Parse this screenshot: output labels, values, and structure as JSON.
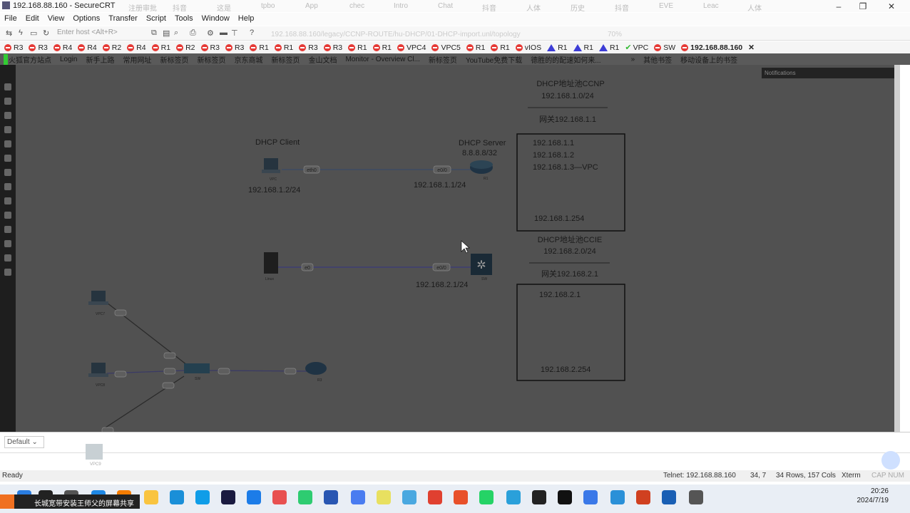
{
  "window": {
    "title": "192.168.88.160 - SecureCRT",
    "ghost_tabs": [
      "注册审批",
      "抖音",
      "这是",
      "tpbo",
      "App",
      "chec",
      "Intro",
      "Chat",
      "抖音",
      "人体",
      "历史",
      "抖音",
      "EVE",
      "Leac",
      "人体"
    ]
  },
  "menu": [
    "File",
    "Edit",
    "View",
    "Options",
    "Transfer",
    "Script",
    "Tools",
    "Window",
    "Help"
  ],
  "toolbar": {
    "host_placeholder": "Enter host <Alt+R>",
    "url": "192.168.88.160/legacy/CCNP-ROUTE/hu-DHCP/01-DHCP-import.unl/topology",
    "zoom": "70%"
  },
  "sessions": [
    {
      "label": "R3",
      "state": "error"
    },
    {
      "label": "R3",
      "state": "error"
    },
    {
      "label": "R4",
      "state": "error"
    },
    {
      "label": "R4",
      "state": "error"
    },
    {
      "label": "R2",
      "state": "error"
    },
    {
      "label": "R4",
      "state": "error"
    },
    {
      "label": "R1",
      "state": "error"
    },
    {
      "label": "R2",
      "state": "error"
    },
    {
      "label": "R3",
      "state": "error"
    },
    {
      "label": "R3",
      "state": "error"
    },
    {
      "label": "R1",
      "state": "error"
    },
    {
      "label": "R1",
      "state": "error"
    },
    {
      "label": "R3",
      "state": "error"
    },
    {
      "label": "R3",
      "state": "error"
    },
    {
      "label": "R1",
      "state": "error"
    },
    {
      "label": "R1",
      "state": "error"
    },
    {
      "label": "VPC4",
      "state": "error"
    },
    {
      "label": "VPC5",
      "state": "error"
    },
    {
      "label": "R1",
      "state": "error"
    },
    {
      "label": "R1",
      "state": "error"
    },
    {
      "label": "vIOS",
      "state": "error"
    },
    {
      "label": "R1",
      "state": "warning"
    },
    {
      "label": "R1",
      "state": "warning"
    },
    {
      "label": "R1",
      "state": "warning"
    },
    {
      "label": "VPC",
      "state": "ok"
    },
    {
      "label": "SW",
      "state": "error"
    },
    {
      "label": "192.168.88.160",
      "state": "error",
      "active": true
    }
  ],
  "bookmarks": [
    "火狐官方站点",
    "Login",
    "新手上路",
    "常用网址",
    "新标签页",
    "新标签页",
    "京东商城",
    "新标签页",
    "金山文档",
    "Monitor - Overview Cl...",
    "新标签页",
    "YouTube免费下载",
    "德胜的的配速如何来...",
    "»",
    "其他书签",
    "移动设备上的书签"
  ],
  "notifications": "Notifications",
  "diagram": {
    "client_title": "DHCP Client",
    "client_ip": "192.168.1.2/24",
    "client_node": "VPC",
    "client_port": "eth0",
    "server_title": "DHCP Server",
    "server_ip": "8.8.8.8/32",
    "server_if_ip": "192.168.1.1/24",
    "server_node": "R1",
    "server_port": "e0/0",
    "linux_node": "Linux",
    "linux_port": "e0",
    "sw_node": "SW",
    "sw_port": "e0/0",
    "sw_ip": "192.168.2.1/24",
    "pool1_title": "DHCP地址池CCNP",
    "pool1_net": "192.168.1.0/24",
    "pool1_gw": "网关192.168.1.1",
    "pool1_items": [
      "192.168.1.1",
      "192.168.1.2",
      "192.168.1.3—VPC"
    ],
    "pool1_last": "192.168.1.254",
    "pool2_title": "DHCP地址池CCIE",
    "pool2_net": "192.168.2.0/24",
    "pool2_gw": "网关192.168.2.1",
    "pool2_items": [
      "192.168.2.1"
    ],
    "pool2_last": "192.168.2.254",
    "vpc7": "VPC7",
    "vpc8": "VPC8",
    "vpc9": "VPC9",
    "sw2": "SW",
    "r3": "R3"
  },
  "terminal": {
    "session_select": "Default"
  },
  "status": {
    "ready": "Ready",
    "conn": "Telnet: 192.168.88.160",
    "cursor": "34,  7",
    "size": "34 Rows, 157 Cols",
    "term": "Xterm",
    "keys": "CAP NUM"
  },
  "taskbar": {
    "share": "长城宽带安装王师父的屏幕共享",
    "time": "20:26",
    "date": "2024/7/19"
  }
}
